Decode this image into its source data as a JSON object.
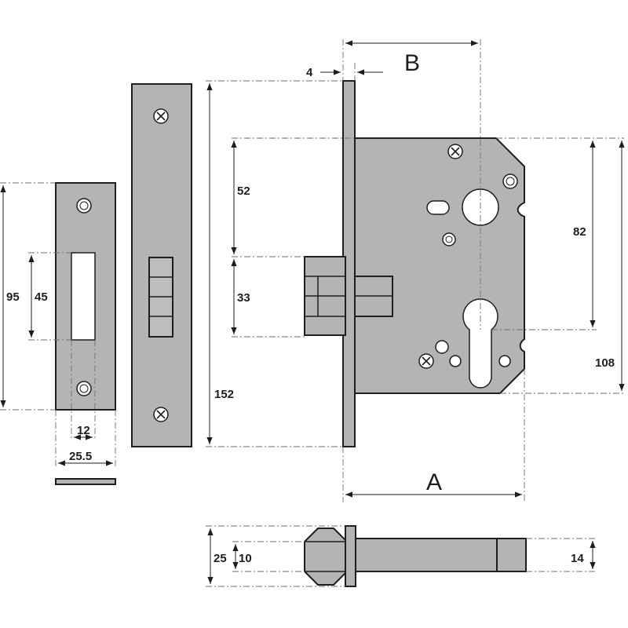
{
  "labels": {
    "a": "A",
    "b": "B",
    "d4": "4",
    "d52": "52",
    "d33": "33",
    "d82": "82",
    "d108": "108",
    "d152": "152",
    "d95": "95",
    "d45": "45",
    "d12": "12",
    "d25_5": "25.5",
    "d25": "25",
    "d10": "10",
    "d14": "14"
  }
}
